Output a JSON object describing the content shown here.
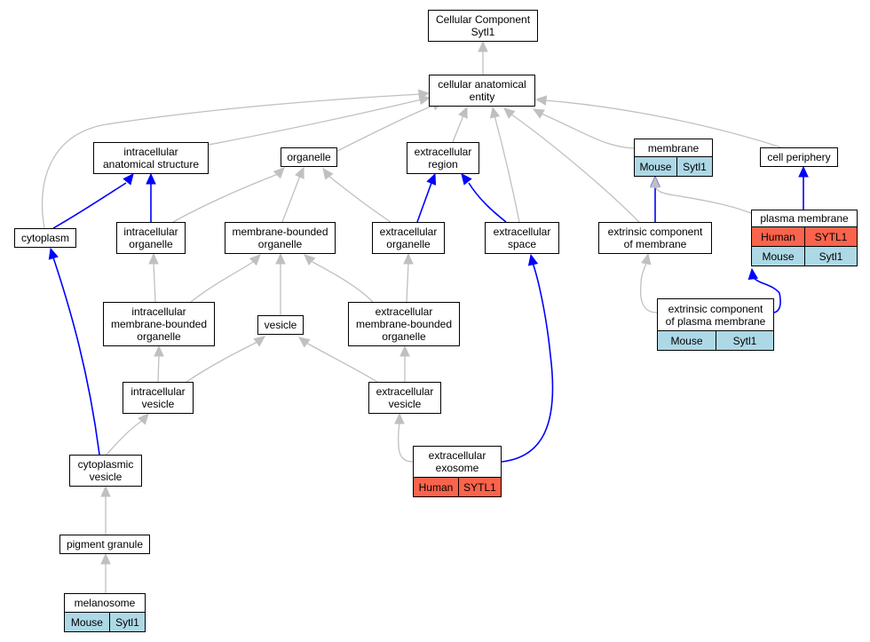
{
  "title": "",
  "colors": {
    "is_a_edge": "#c0c0c0",
    "part_of_edge": "#0000ff",
    "human_cell": "#fa634c",
    "mouse_cell": "#add8e6"
  },
  "nodes": [
    {
      "id": "root",
      "label": "Cellular Component\nSytl1"
    },
    {
      "id": "cae",
      "label": "cellular anatomical\nentity"
    },
    {
      "id": "ias",
      "label": "intracellular\nanatomical structure"
    },
    {
      "id": "organelle",
      "label": "organelle"
    },
    {
      "id": "ecr",
      "label": "extracellular\nregion"
    },
    {
      "id": "membrane",
      "label": "membrane",
      "annotations": [
        {
          "species": "Mouse",
          "gene": "Sytl1"
        }
      ]
    },
    {
      "id": "cellper",
      "label": "cell periphery"
    },
    {
      "id": "cytoplasm",
      "label": "cytoplasm"
    },
    {
      "id": "io",
      "label": "intracellular\norganelle"
    },
    {
      "id": "mbo",
      "label": "membrane-bounded\norganelle"
    },
    {
      "id": "eco",
      "label": "extracellular\norganelle"
    },
    {
      "id": "ecs",
      "label": "extracellular\nspace"
    },
    {
      "id": "ecm",
      "label": "extrinsic component\nof membrane"
    },
    {
      "id": "pm",
      "label": "plasma membrane",
      "annotations": [
        {
          "species": "Human",
          "gene": "SYTL1"
        },
        {
          "species": "Mouse",
          "gene": "Sytl1"
        }
      ]
    },
    {
      "id": "imbo",
      "label": "intracellular\nmembrane-bounded\norganelle"
    },
    {
      "id": "vesicle",
      "label": "vesicle"
    },
    {
      "id": "embo",
      "label": "extracellular\nmembrane-bounded\norganelle"
    },
    {
      "id": "ecpm",
      "label": "extrinsic component\nof plasma membrane",
      "annotations": [
        {
          "species": "Mouse",
          "gene": "Sytl1"
        }
      ]
    },
    {
      "id": "iv",
      "label": "intracellular\nvesicle"
    },
    {
      "id": "ev",
      "label": "extracellular\nvesicle"
    },
    {
      "id": "cv",
      "label": "cytoplasmic\nvesicle"
    },
    {
      "id": "exo",
      "label": "extracellular\nexosome",
      "annotations": [
        {
          "species": "Human",
          "gene": "SYTL1"
        }
      ]
    },
    {
      "id": "pg",
      "label": "pigment granule"
    },
    {
      "id": "melano",
      "label": "melanosome",
      "annotations": [
        {
          "species": "Mouse",
          "gene": "Sytl1"
        }
      ]
    }
  ],
  "edges": [
    {
      "from": "cae",
      "to": "root",
      "type": "is_a"
    },
    {
      "from": "ias",
      "to": "cae",
      "type": "is_a"
    },
    {
      "from": "organelle",
      "to": "cae",
      "type": "is_a"
    },
    {
      "from": "ecr",
      "to": "cae",
      "type": "is_a"
    },
    {
      "from": "membrane",
      "to": "cae",
      "type": "is_a"
    },
    {
      "from": "cellper",
      "to": "cae",
      "type": "is_a"
    },
    {
      "from": "cytoplasm",
      "to": "cae",
      "type": "is_a"
    },
    {
      "from": "ecs",
      "to": "cae",
      "type": "is_a"
    },
    {
      "from": "ecm",
      "to": "cae",
      "type": "is_a"
    },
    {
      "from": "cytoplasm",
      "to": "ias",
      "type": "part_of"
    },
    {
      "from": "io",
      "to": "ias",
      "type": "part_of"
    },
    {
      "from": "io",
      "to": "organelle",
      "type": "is_a"
    },
    {
      "from": "mbo",
      "to": "organelle",
      "type": "is_a"
    },
    {
      "from": "eco",
      "to": "organelle",
      "type": "is_a"
    },
    {
      "from": "eco",
      "to": "ecr",
      "type": "part_of"
    },
    {
      "from": "ecs",
      "to": "ecr",
      "type": "part_of"
    },
    {
      "from": "ecm",
      "to": "membrane",
      "type": "part_of"
    },
    {
      "from": "pm",
      "to": "membrane",
      "type": "is_a"
    },
    {
      "from": "pm",
      "to": "cellper",
      "type": "part_of"
    },
    {
      "from": "imbo",
      "to": "io",
      "type": "is_a"
    },
    {
      "from": "imbo",
      "to": "mbo",
      "type": "is_a"
    },
    {
      "from": "vesicle",
      "to": "mbo",
      "type": "is_a"
    },
    {
      "from": "embo",
      "to": "mbo",
      "type": "is_a"
    },
    {
      "from": "embo",
      "to": "eco",
      "type": "is_a"
    },
    {
      "from": "ecpm",
      "to": "ecm",
      "type": "is_a"
    },
    {
      "from": "ecpm",
      "to": "pm",
      "type": "part_of"
    },
    {
      "from": "iv",
      "to": "imbo",
      "type": "is_a"
    },
    {
      "from": "iv",
      "to": "vesicle",
      "type": "is_a"
    },
    {
      "from": "ev",
      "to": "vesicle",
      "type": "is_a"
    },
    {
      "from": "ev",
      "to": "embo",
      "type": "is_a"
    },
    {
      "from": "cv",
      "to": "iv",
      "type": "is_a"
    },
    {
      "from": "cv",
      "to": "cytoplasm",
      "type": "part_of"
    },
    {
      "from": "exo",
      "to": "ev",
      "type": "is_a"
    },
    {
      "from": "exo",
      "to": "ecs",
      "type": "part_of"
    },
    {
      "from": "pg",
      "to": "cv",
      "type": "is_a"
    },
    {
      "from": "melano",
      "to": "pg",
      "type": "is_a"
    }
  ]
}
